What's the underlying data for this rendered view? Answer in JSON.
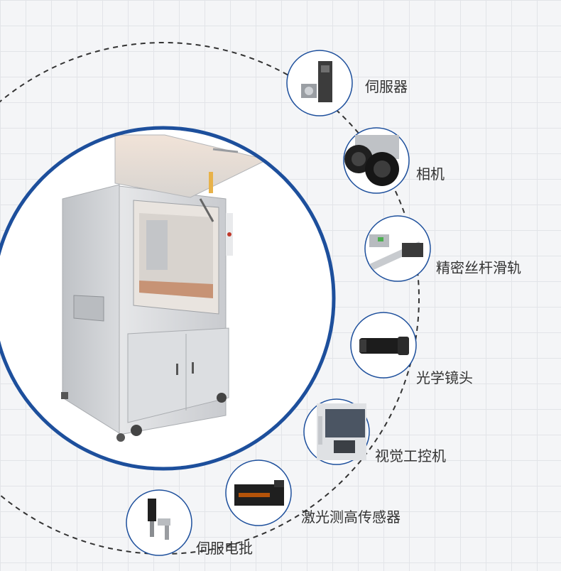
{
  "components": [
    {
      "id": "servo-drive",
      "label": "伺服器",
      "icon": "servo-drive-icon"
    },
    {
      "id": "camera",
      "label": "相机",
      "icon": "camera-lens-icon"
    },
    {
      "id": "linear-guide",
      "label": "精密丝杆滑轨",
      "icon": "linear-guide-icon"
    },
    {
      "id": "optical-lens",
      "label": "光学镜头",
      "icon": "optical-lens-icon"
    },
    {
      "id": "vision-pc",
      "label": "视觉工控机",
      "icon": "industrial-pc-icon"
    },
    {
      "id": "laser-sensor",
      "label": "激光测高传感器",
      "icon": "laser-sensor-icon"
    },
    {
      "id": "servo-screwdriver",
      "label": "伺服电批",
      "icon": "screwdriver-icon"
    }
  ],
  "colors": {
    "ring": "#1d4f9c",
    "dashed_orbit": "#333333",
    "machine_body": "#d5d7da",
    "background": "#f4f5f7"
  }
}
